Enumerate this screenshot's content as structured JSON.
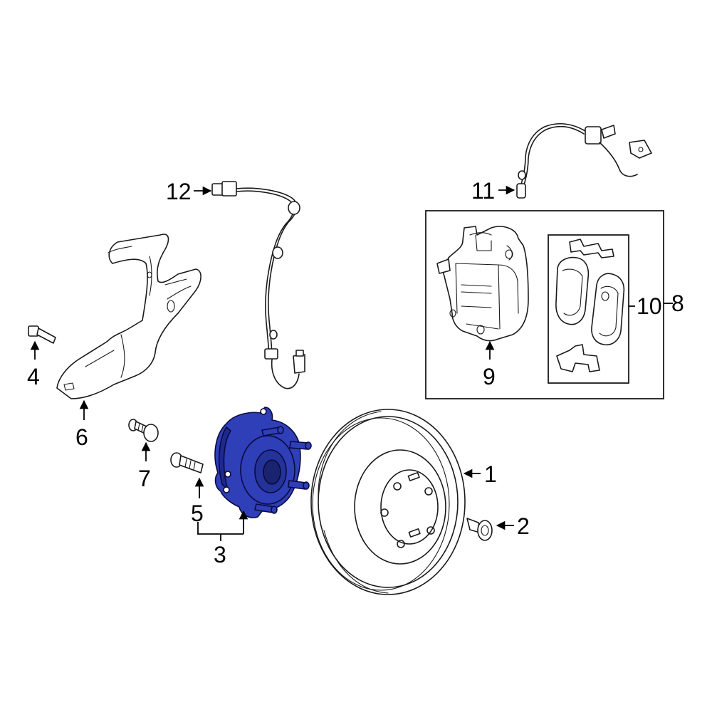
{
  "callouts": {
    "c1": "1",
    "c2": "2",
    "c3": "3",
    "c4": "4",
    "c5": "5",
    "c6": "6",
    "c7": "7",
    "c8": "8",
    "c9": "9",
    "c10": "10",
    "c11": "11",
    "c12": "12"
  },
  "colors": {
    "highlight": "#2f3fb8",
    "highlight_dark": "#1d2a8c",
    "line": "#1a1a1a",
    "background": "#ffffff"
  }
}
